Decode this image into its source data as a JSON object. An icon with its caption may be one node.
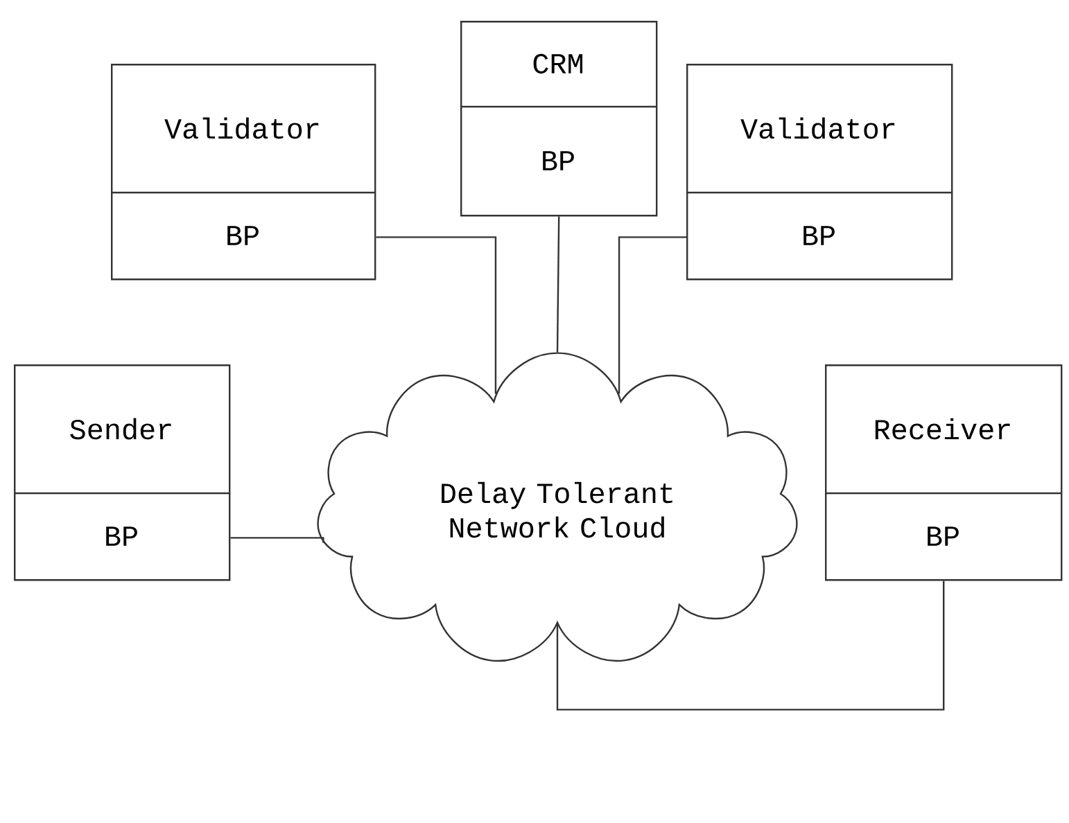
{
  "diagram": {
    "nodes": [
      {
        "text": [
          "CRM",
          "BP"
        ]
      },
      {
        "text": [
          "Validator",
          "BP"
        ]
      },
      {
        "text": [
          "Validator",
          "BP"
        ]
      },
      {
        "text": [
          "Sender",
          "BP"
        ]
      },
      {
        "text": [
          "Delay Tolerant Network Cloud"
        ]
      },
      {
        "text": [
          "Receiver",
          "BP"
        ]
      }
    ],
    "edges": [
      {
        "from": 1,
        "to": 4,
        "arrow": "none"
      },
      {
        "from": 0,
        "to": 4,
        "arrow": "none"
      },
      {
        "from": 2,
        "to": 4,
        "arrow": "none"
      },
      {
        "from": 3,
        "to": 4,
        "arrow": "none"
      },
      {
        "from": 5,
        "to": 4,
        "arrow": "none"
      }
    ]
  }
}
